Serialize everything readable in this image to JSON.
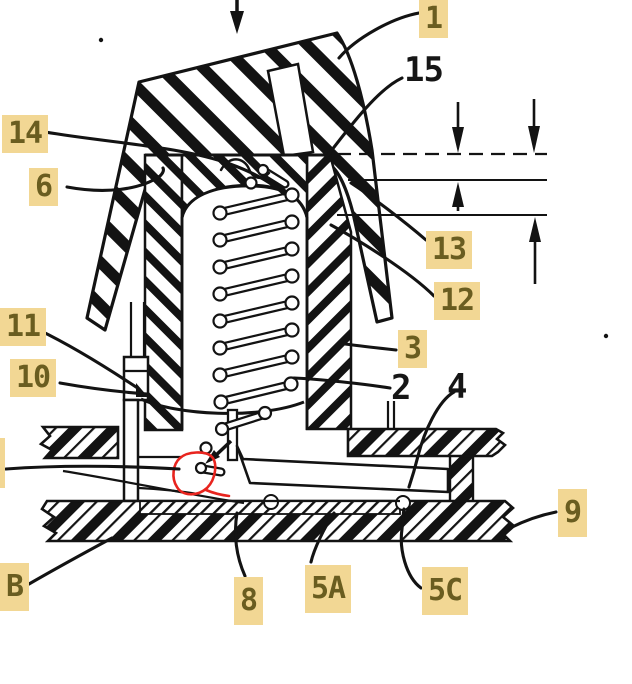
{
  "figure": {
    "description": "Patent-style cross-section drawing of a push-button key switch: tilted keycap, coil spring inside a housing, movable contact arm and layered base plates, with numbered reference labels",
    "press_arrow_direction": "down",
    "red_circle_annotation": "hand-drawn red circle highlighting the movable contact",
    "dimension_reference_lines": 3
  },
  "colors": {
    "paper": "#ffffff",
    "ink": "#131313",
    "label_highlight_bg": "#f2d794",
    "label_highlight_text": "#6a5d20",
    "label_plain_text": "#161616",
    "red_annotation": "#e8241e"
  },
  "labels": {
    "n1": {
      "text": "1",
      "highlighted": true
    },
    "n15": {
      "text": "15",
      "highlighted": false
    },
    "n14": {
      "text": "14",
      "highlighted": true
    },
    "n6": {
      "text": "6",
      "highlighted": true
    },
    "n13": {
      "text": "13",
      "highlighted": true
    },
    "n12": {
      "text": "12",
      "highlighted": true
    },
    "n3": {
      "text": "3",
      "highlighted": true
    },
    "n2": {
      "text": "2",
      "highlighted": false
    },
    "n4": {
      "text": "4",
      "highlighted": false
    },
    "n11": {
      "text": "11",
      "highlighted": true
    },
    "n10": {
      "text": "10",
      "highlighted": true
    },
    "n7": {
      "text": "",
      "highlighted": true,
      "note": "label box cut off at left image edge, text not visible"
    },
    "nB": {
      "text": "B",
      "highlighted": true
    },
    "n8": {
      "text": "8",
      "highlighted": true
    },
    "n5A": {
      "text": "5A",
      "highlighted": true
    },
    "n5C": {
      "text": "5C",
      "highlighted": true
    },
    "n9": {
      "text": "9",
      "highlighted": true
    }
  }
}
